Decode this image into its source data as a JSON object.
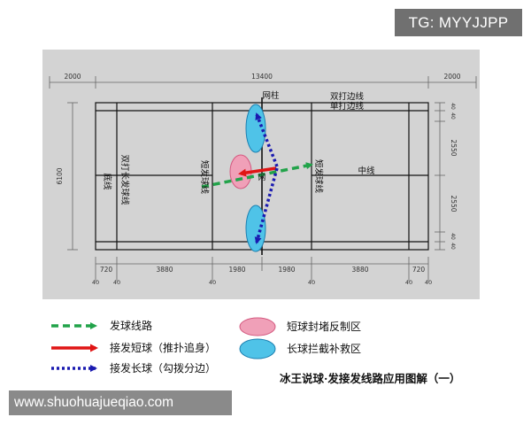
{
  "watermark": {
    "tg": "TG: MYYJJPP",
    "site": "www.shuohuajueqiao.com"
  },
  "dimensions": {
    "top": [
      "2000",
      "13400",
      "2000"
    ],
    "bottom": [
      "720",
      "3880",
      "1980",
      "1980",
      "3880",
      "720"
    ],
    "bottom_small": [
      "40",
      "40",
      "40",
      "40",
      "40",
      "40"
    ],
    "left": "6100",
    "right": [
      "2550",
      "2550"
    ],
    "right_small": [
      "40",
      "40",
      "40",
      "40"
    ]
  },
  "court_labels": {
    "net_post": "网柱",
    "doubles_sideline": "双打边线",
    "singles_sideline": "单打边线",
    "center_line": "中线",
    "baseline": "底线",
    "doubles_long_service_line": "双打长发球线",
    "short_service_line_left": "短发球线",
    "short_service_line_right": "短发球线",
    "net": "网"
  },
  "legend": {
    "serve_path": "发球线路",
    "receive_short": "接发短球（推扑追身）",
    "receive_long": "接发长球（勾拨分边）",
    "pink_zone": "短球封堵反制区",
    "blue_zone": "长球拦截补救区"
  },
  "caption": "冰王说球·发接发线路应用图解（一）",
  "colors": {
    "green": "#22a34a",
    "red": "#e01515",
    "blue_dots": "#1a1ab0",
    "pink": "#f0a0b8",
    "light_blue": "#4fc3e8"
  }
}
